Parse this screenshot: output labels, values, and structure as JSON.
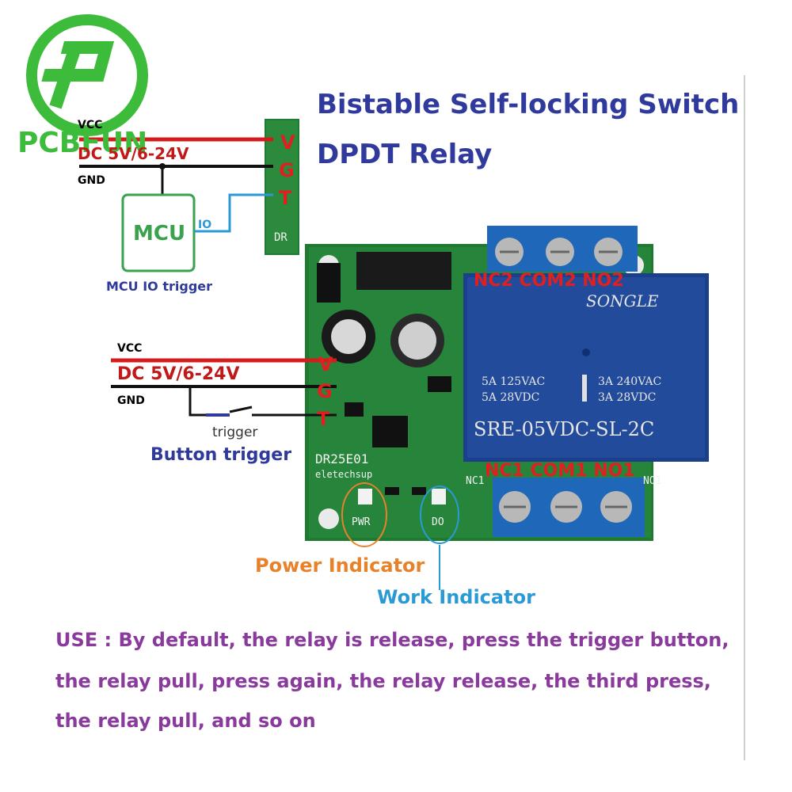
{
  "logo": {
    "text": "PCBFUN"
  },
  "title": {
    "line1": "Bistable Self-locking Switch",
    "line2": "DPDT Relay"
  },
  "mcu_diagram": {
    "vcc_label": "VCC",
    "supply_label": "DC 5V/6-24V",
    "gnd_label": "GND",
    "mcu_label": "MCU",
    "io_label": "IO",
    "caption": "MCU IO trigger",
    "pins": [
      "V",
      "G",
      "T"
    ],
    "board_silk": "DR"
  },
  "button_diagram": {
    "vcc_label": "VCC",
    "supply_label": "DC 5V/6-24V",
    "gnd_label": "GND",
    "trigger_label": "trigger",
    "caption": "Button trigger",
    "pins": [
      "V",
      "G",
      "T"
    ]
  },
  "board": {
    "model": "DR25E01",
    "brand": "eletechsup",
    "relay_brand": "SONGLE",
    "relay_rating_left_1": "5A 125VAC",
    "relay_rating_left_2": "5A 28VDC",
    "relay_rating_right_1": "3A 240VAC",
    "relay_rating_right_2": "3A 28VDC",
    "relay_model": "SRE-05VDC-SL-2C",
    "top_terminals": "NC2 COM2 NO2",
    "bottom_terminals": "NC1 COM1 NO1",
    "silk_nc1": "NC1",
    "silk_no1": "NO1",
    "led_pwr": "PWR",
    "led_do": "DO"
  },
  "indicators": {
    "power": "Power Indicator",
    "work": "Work Indicator"
  },
  "usage": {
    "line1": "USE : By default, the relay is release, press the trigger button,",
    "line2": "the relay pull, press again, the relay release, the third press,",
    "line3": "the relay pull, and so on"
  },
  "colors": {
    "wire_red": "#d41c1c",
    "mcu_green": "#3aa24f",
    "io_blue": "#2a9ad6",
    "pcb_green": "#1e7a2e",
    "terminal_blue": "#1f67b8",
    "relay_blue": "#1c3f8c",
    "title_navy": "#2f3a9c",
    "usage_purple": "#8a3a9c",
    "power_orange": "#e8822a"
  }
}
